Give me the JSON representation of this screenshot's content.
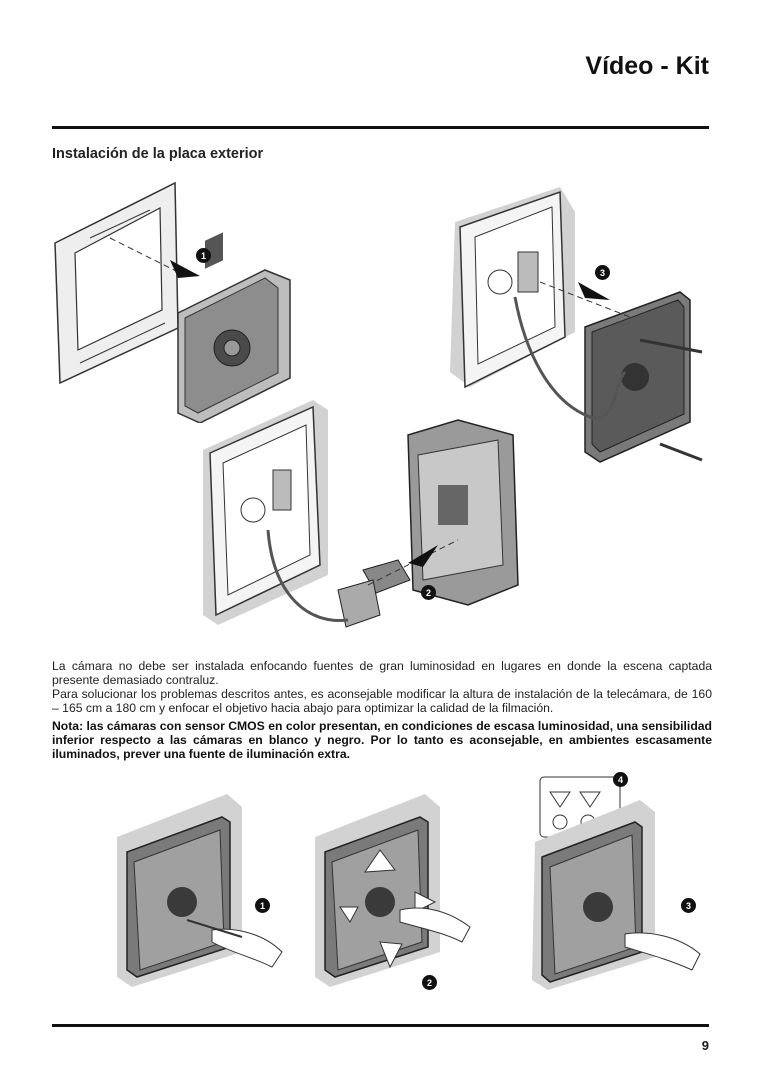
{
  "header": {
    "title": "Vídeo - Kit"
  },
  "section": {
    "title": "Instalación de la placa exterior"
  },
  "steps": {
    "s1": "1",
    "s2": "2",
    "s3": "3",
    "s4": "4"
  },
  "paragraphs": {
    "p1": "La cámara no debe ser instalada enfocando fuentes de gran luminosidad en lugares en donde la escena captada presente demasiado contraluz.",
    "p2": "Para solucionar los problemas descritos antes, es aconsejable modificar la altura de instalación de la telecámara, de 160 – 165 cm a 180 cm y enfocar el objetivo hacia abajo para optimizar la calidad de la filmación.",
    "note": "Nota: las cámaras con sensor CMOS en color presentan, en condiciones de escasa luminosidad, una sensibilidad inferior respecto a las cámaras en blanco y negro. Por lo tanto es aconsejable, en ambientes escasamente iluminados, prever una fuente de iluminación extra."
  },
  "footer": {
    "page_number": "9"
  },
  "colors": {
    "rule": "#111111",
    "shadow": "#d2d2d2",
    "line": "#333333"
  }
}
